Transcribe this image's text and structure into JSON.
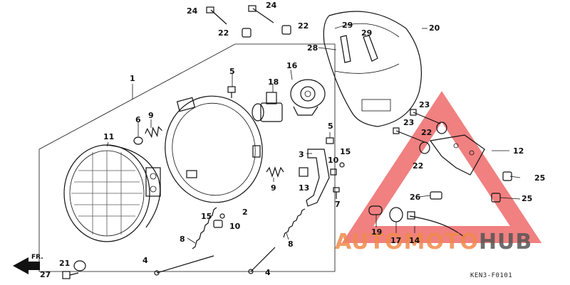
{
  "diagram": {
    "part_labels": [
      {
        "id": "24a",
        "text": "24"
      },
      {
        "id": "24b",
        "text": "24"
      },
      {
        "id": "22a",
        "text": "22"
      },
      {
        "id": "22b",
        "text": "22"
      },
      {
        "id": "20",
        "text": "20"
      },
      {
        "id": "29a",
        "text": "29"
      },
      {
        "id": "29b",
        "text": "29"
      },
      {
        "id": "28",
        "text": "28"
      },
      {
        "id": "1",
        "text": "1"
      },
      {
        "id": "5a",
        "text": "5"
      },
      {
        "id": "18",
        "text": "18"
      },
      {
        "id": "16",
        "text": "16"
      },
      {
        "id": "6",
        "text": "6"
      },
      {
        "id": "9a",
        "text": "9"
      },
      {
        "id": "11",
        "text": "11"
      },
      {
        "id": "5b",
        "text": "5"
      },
      {
        "id": "3",
        "text": "3"
      },
      {
        "id": "15a",
        "text": "15"
      },
      {
        "id": "10a",
        "text": "10"
      },
      {
        "id": "13",
        "text": "13"
      },
      {
        "id": "9b",
        "text": "9"
      },
      {
        "id": "7",
        "text": "7"
      },
      {
        "id": "2",
        "text": "2"
      },
      {
        "id": "15b",
        "text": "15"
      },
      {
        "id": "10b",
        "text": "10"
      },
      {
        "id": "8a",
        "text": "8"
      },
      {
        "id": "8b",
        "text": "8"
      },
      {
        "id": "4a",
        "text": "4"
      },
      {
        "id": "4b",
        "text": "4"
      },
      {
        "id": "21",
        "text": "21"
      },
      {
        "id": "27",
        "text": "27"
      },
      {
        "id": "23a",
        "text": "23"
      },
      {
        "id": "23b",
        "text": "23"
      },
      {
        "id": "22c",
        "text": "22"
      },
      {
        "id": "22d",
        "text": "22"
      },
      {
        "id": "12",
        "text": "12"
      },
      {
        "id": "25a",
        "text": "25"
      },
      {
        "id": "25b",
        "text": "25"
      },
      {
        "id": "26",
        "text": "26"
      },
      {
        "id": "19",
        "text": "19"
      },
      {
        "id": "17",
        "text": "17"
      },
      {
        "id": "14",
        "text": "14"
      }
    ],
    "front_indicator": "FR.",
    "diagram_code": "KEN3-F0101",
    "watermark": {
      "part1": "AUTO",
      "part2": "MOTO",
      "part3": "HUB",
      "color_accent": "#f08a4b",
      "color_dark": "#555555",
      "triangle_color": "#ee6a6a"
    }
  }
}
